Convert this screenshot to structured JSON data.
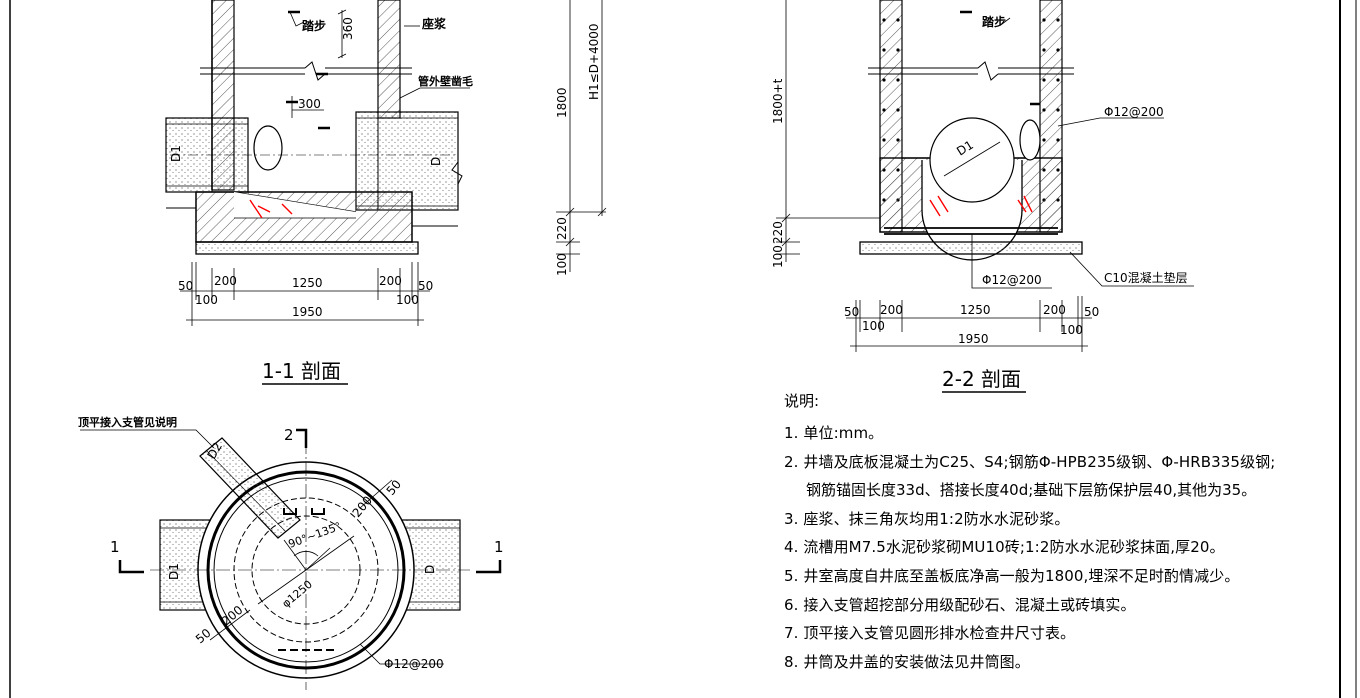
{
  "section_1_1": {
    "title": "1-1 剖面",
    "labels": {
      "step": "踏步",
      "mortar": "座浆",
      "pipe_wall": "管外壁凿毛",
      "d1": "D1",
      "d": "D"
    },
    "dims": {
      "step_spacing": "360",
      "offset": "300",
      "base_200a": "200",
      "base_1250": "1250",
      "base_200b": "200",
      "edge_50a": "50",
      "edge_100a": "100",
      "edge_100b": "100",
      "edge_50b": "50",
      "total_1950": "1950",
      "h_1800": "1800",
      "h_total": "H1≤D+4000",
      "h_220": "220",
      "h_100": "100"
    }
  },
  "section_2_2": {
    "title": "2-2 剖面",
    "labels": {
      "step": "踏步",
      "rebar_top": "Φ12@200",
      "rebar_bottom": "Φ12@200",
      "cushion": "C10混凝土垫层",
      "d1": "D1"
    },
    "dims": {
      "h_1800t": "1800+t",
      "h_220": "220",
      "h_100": "100",
      "base_200a": "200",
      "base_1250": "1250",
      "base_200b": "200",
      "edge_50a": "50",
      "edge_100a": "100",
      "edge_100b": "100",
      "edge_50b": "50",
      "total_1950": "1950"
    }
  },
  "plan_view": {
    "branch_note": "顶平接入支管见说明",
    "marker_1_left": "1",
    "marker_1_right": "1",
    "marker_2_top": "2",
    "labels": {
      "d2": "D2",
      "d1": "D1",
      "d": "D",
      "angle": "90°~135°",
      "diameter": "φ1250",
      "rebar": "Φ12@200",
      "dim_50_top": "50",
      "dim_200_top": "200",
      "dim_50_bottom": "50",
      "dim_200_bottom": "200"
    }
  },
  "notes": {
    "title": "说明:",
    "items": [
      "1. 单位:mm。",
      "2. 井墙及底板混凝土为C25、S4;钢筋Φ-HPB235级钢、Φ-HRB335级钢;",
      "3. 座浆、抹三角灰均用1:2防水水泥砂浆。",
      "4. 流槽用M7.5水泥砂浆砌MU10砖;1:2防水水泥砂浆抹面,厚20。",
      "5. 井室高度自井底至盖板底净高一般为1800,埋深不足时酌情减少。",
      "6. 接入支管超挖部分用级配砂石、混凝土或砖填实。",
      "7. 顶平接入支管见圆形排水检查井尺寸表。",
      "8. 井筒及井盖的安装做法见井筒图。"
    ],
    "item2_cont": "钢筋锚固长度33d、搭接长度40d;基础下层筋保护层40,其他为35。"
  },
  "colors": {
    "ink": "#000000",
    "markup": "#ff0000",
    "hatch": "#555555"
  }
}
